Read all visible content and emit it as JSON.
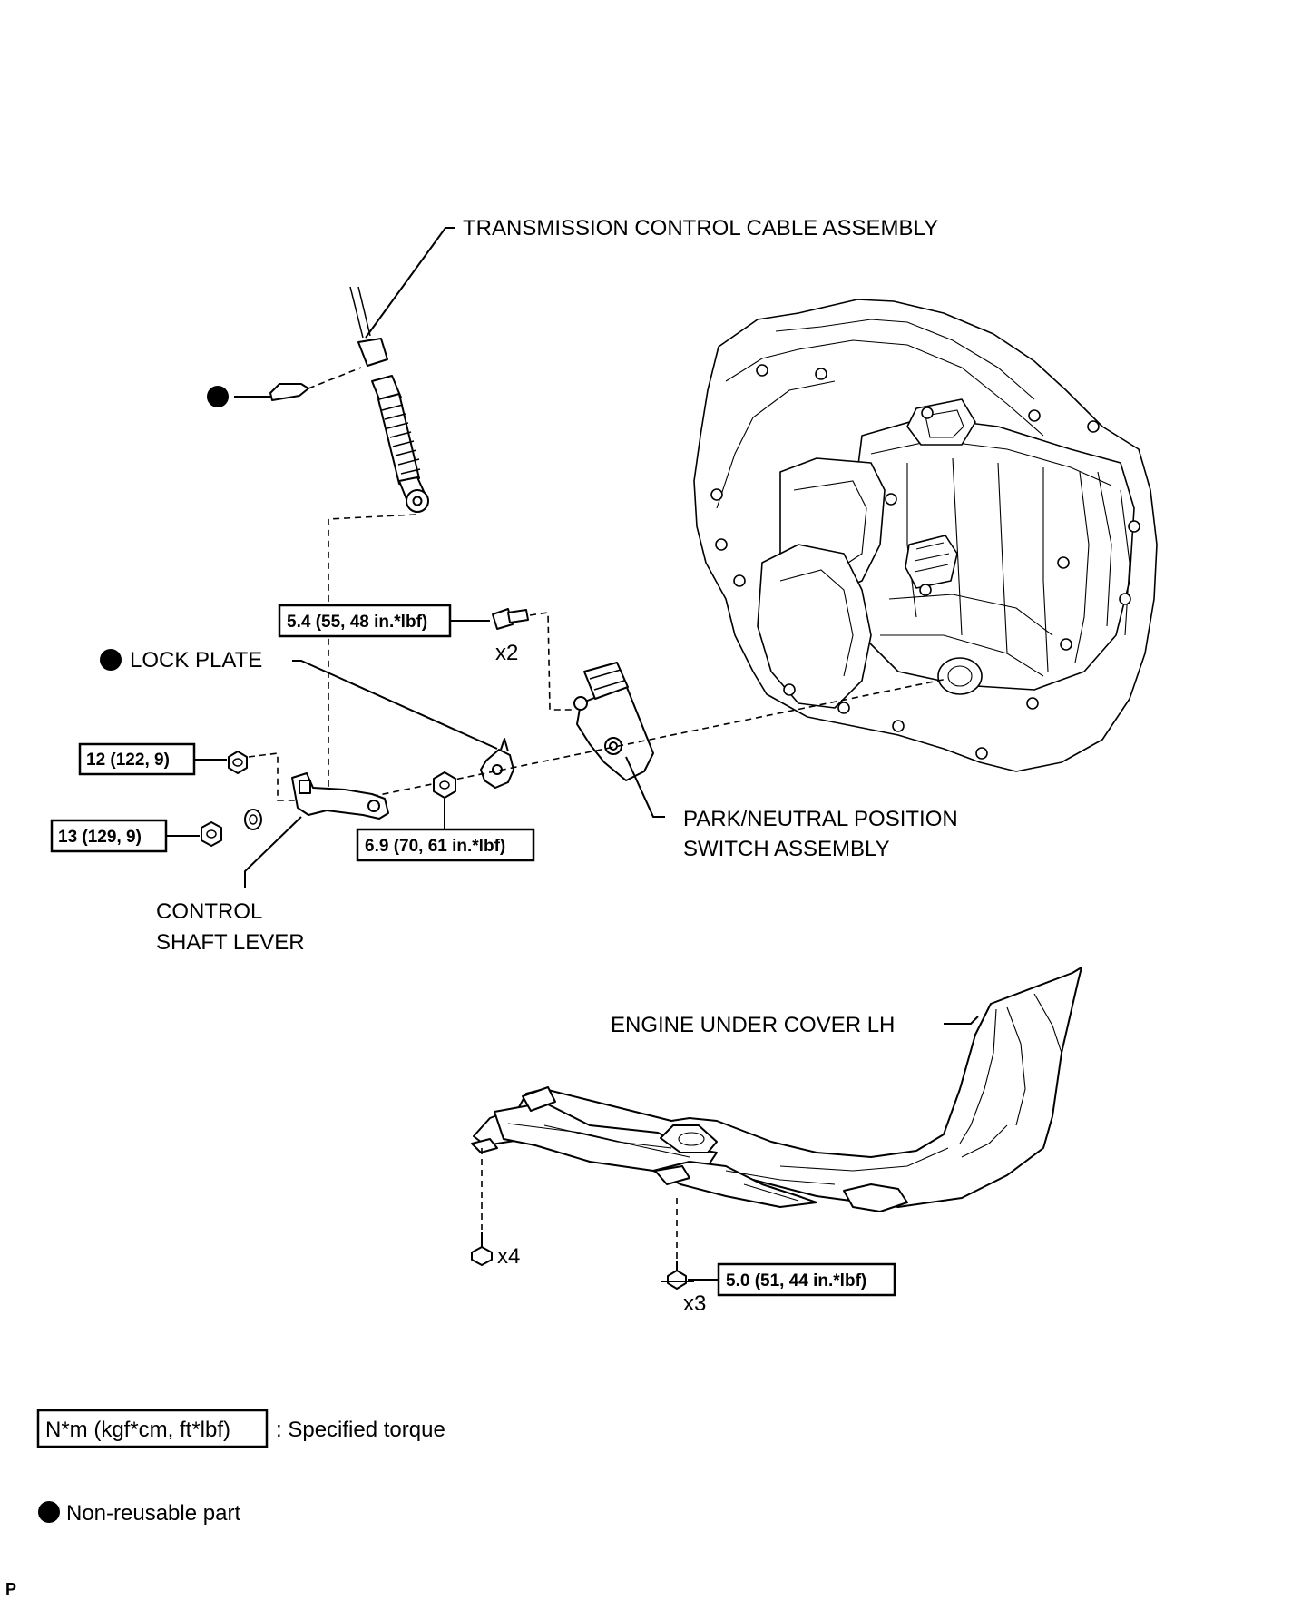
{
  "labels": {
    "transmission_control_cable": "TRANSMISSION CONTROL CABLE ASSEMBLY",
    "lock_plate": "LOCK PLATE",
    "park_neutral_line1": "PARK/NEUTRAL POSITION",
    "park_neutral_line2": "SWITCH ASSEMBLY",
    "control_shaft_line1": "CONTROL",
    "control_shaft_line2": "SHAFT LEVER",
    "engine_under_cover": "ENGINE UNDER COVER LH"
  },
  "torques": {
    "switch_bolt": "5.4 (55, 48 in.*lbf)",
    "nut_12": "12 (122, 9)",
    "nut_13": "13 (129, 9)",
    "shaft_nut": "6.9 (70, 61 in.*lbf)",
    "cover_bolt": "5.0 (51, 44 in.*lbf)"
  },
  "quantities": {
    "switch_bolt": "x2",
    "cover_clip": "x4",
    "cover_bolt": "x3"
  },
  "legend": {
    "torque_box": "N*m (kgf*cm, ft*lbf)",
    "torque_desc": ": Specified torque",
    "non_reusable": "Non-reusable part"
  },
  "figure_code": "P"
}
